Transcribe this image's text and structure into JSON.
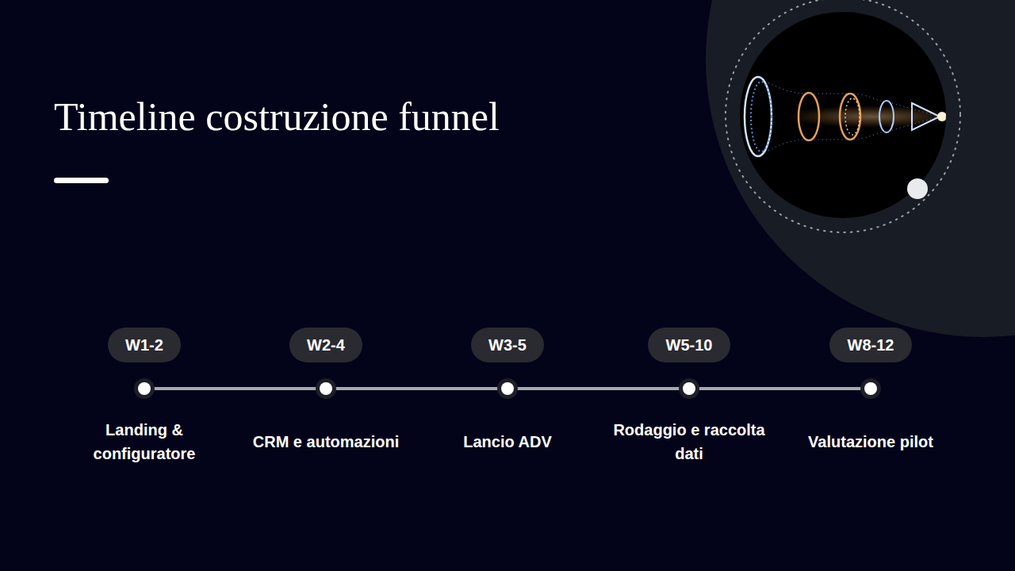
{
  "diagram": {
    "title": "Timeline costruzione funnel",
    "nodes": [
      {
        "text": [
          "W1-2"
        ]
      },
      {
        "text": [
          "W2-4"
        ]
      },
      {
        "text": [
          "W3-5"
        ]
      },
      {
        "text": [
          "W5-10"
        ]
      },
      {
        "text": [
          "W8-12"
        ]
      }
    ],
    "labels": [
      "Landing & configuratore",
      "CRM e automazioni",
      "Lancio ADV",
      "Rodaggio e raccolta dati",
      "Valutazione pilot"
    ]
  }
}
